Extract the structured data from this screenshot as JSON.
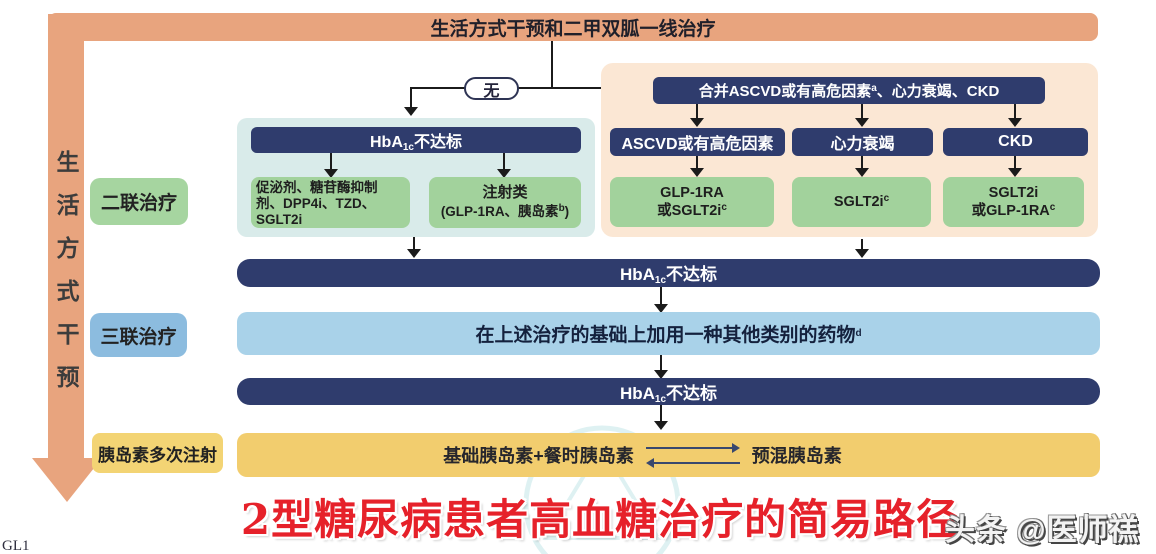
{
  "banner": {
    "label": "生活方式干预和二甲双胍一线治疗"
  },
  "side_rail": {
    "label": "生活方式干预"
  },
  "none_node": {
    "label": "无"
  },
  "shared": {
    "hba1c": {
      "prefix": "HbA",
      "sub": "1c",
      "suffix": "不达标"
    }
  },
  "left_branch": {
    "oral": {
      "line1": "促泌剂、糖苷酶抑制",
      "line2": "剂、DPP4i、TZD、",
      "line3": "SGLT2i"
    },
    "injection": {
      "line1": "注射类",
      "line2_pre": "(GLP-1RA、胰岛素",
      "line2_sup": "b",
      "line2_post": ")"
    }
  },
  "right_branch": {
    "header": {
      "text": "合并ASCVD或有高危因素",
      "sup": "a",
      "text2": "、心力衰竭、CKD"
    },
    "columns": [
      {
        "condition": "ASCVD或有高危因素",
        "therapy": {
          "line1": "GLP-1RA",
          "line2": "或SGLT2i",
          "line2_sup": "c"
        }
      },
      {
        "condition": "心力衰竭",
        "therapy": {
          "line1": "SGLT2i",
          "line1_sup": "c"
        }
      },
      {
        "condition": "CKD",
        "therapy": {
          "line1": "SGLT2i",
          "line2": "或GLP-1RA",
          "line2_sup": "c"
        }
      }
    ]
  },
  "rows": {
    "add_drug": {
      "text": "在上述治疗的基础上加用一种其他类别的药物",
      "sup": "d"
    },
    "insulin": {
      "left": "基础胰岛素+餐时胰岛素",
      "right": "预混胰岛素"
    }
  },
  "side_labels": {
    "dual": "二联治疗",
    "triple": "三联治疗",
    "insulin_multi": "胰岛素多次注射"
  },
  "title": {
    "text": "2型糖尿病患者高血糖治疗的简易路径"
  },
  "watermark": {
    "text": "头条 @医师禚"
  },
  "corner_text": "GL1",
  "colors": {
    "navy": "#2F3C6D",
    "orange": "#E8A47E",
    "pale_orange": "#FBE7D4",
    "pale_cyan": "#D9EBEA",
    "green": "#A2D29C",
    "light_blue": "#A9D2E9",
    "label_blue": "#8CBCDF",
    "yellow": "#F2CD6E",
    "label_yellow": "#F3D474",
    "title_red": "#E6212A",
    "line": "#1b1b1b"
  }
}
